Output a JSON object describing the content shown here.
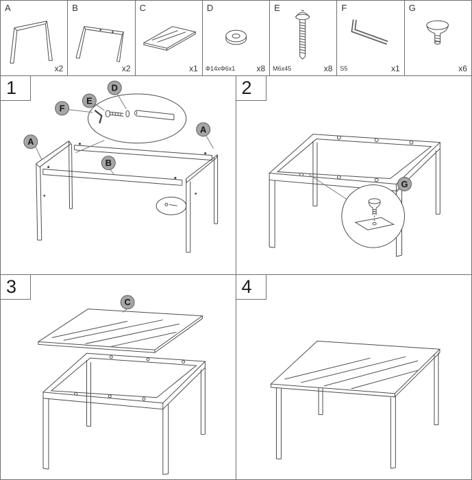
{
  "parts": [
    {
      "label": "A",
      "spec": "",
      "qty": "x2"
    },
    {
      "label": "B",
      "spec": "",
      "qty": "x2"
    },
    {
      "label": "C",
      "spec": "",
      "qty": "x1"
    },
    {
      "label": "D",
      "spec": "Φ14xΦ6x1",
      "qty": "x8"
    },
    {
      "label": "E",
      "spec": "M6x45",
      "qty": "x8"
    },
    {
      "label": "F",
      "spec": "S5",
      "qty": "x1"
    },
    {
      "label": "G",
      "spec": "",
      "qty": "x6"
    }
  ],
  "steps": {
    "step1": {
      "number": "1",
      "callouts": {
        "a_left": "A",
        "a_right": "A",
        "b": "B",
        "d": "D",
        "e": "E",
        "f": "F"
      }
    },
    "step2": {
      "number": "2",
      "callouts": {
        "g": "G"
      }
    },
    "step3": {
      "number": "3",
      "callouts": {
        "c": "C"
      }
    },
    "step4": {
      "number": "4"
    }
  }
}
